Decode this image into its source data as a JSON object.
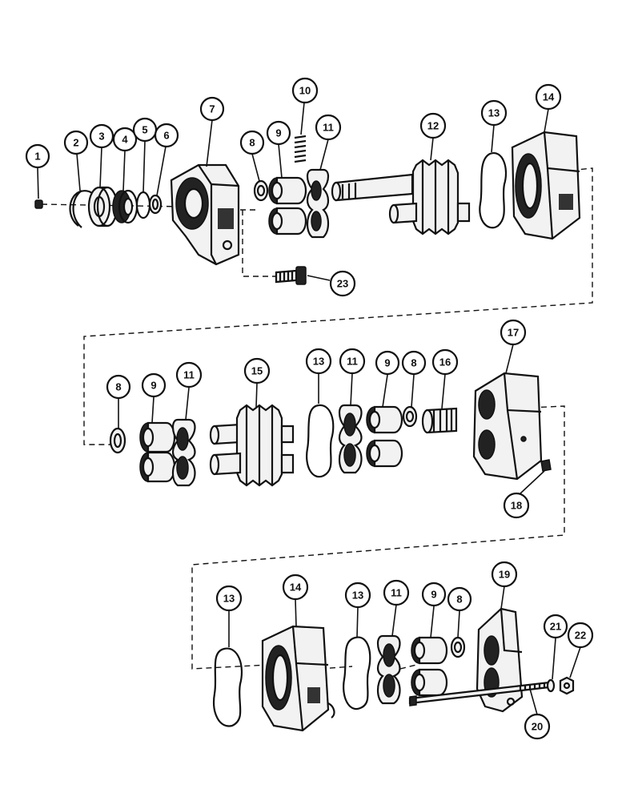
{
  "callouts": [
    {
      "id": "c1",
      "label": "1"
    },
    {
      "id": "c2",
      "label": "2"
    },
    {
      "id": "c3",
      "label": "3"
    },
    {
      "id": "c4",
      "label": "4"
    },
    {
      "id": "c5",
      "label": "5"
    },
    {
      "id": "c6",
      "label": "6"
    },
    {
      "id": "c7",
      "label": "7"
    },
    {
      "id": "c8a",
      "label": "8"
    },
    {
      "id": "c9a",
      "label": "9"
    },
    {
      "id": "c10",
      "label": "10"
    },
    {
      "id": "c11a",
      "label": "11"
    },
    {
      "id": "c12",
      "label": "12"
    },
    {
      "id": "c13a",
      "label": "13"
    },
    {
      "id": "c14a",
      "label": "14"
    },
    {
      "id": "c23",
      "label": "23"
    },
    {
      "id": "c8b",
      "label": "8"
    },
    {
      "id": "c9b",
      "label": "9"
    },
    {
      "id": "c11b",
      "label": "11"
    },
    {
      "id": "c15",
      "label": "15"
    },
    {
      "id": "c13b",
      "label": "13"
    },
    {
      "id": "c11c",
      "label": "11"
    },
    {
      "id": "c9c",
      "label": "9"
    },
    {
      "id": "c8c",
      "label": "8"
    },
    {
      "id": "c16",
      "label": "16"
    },
    {
      "id": "c17",
      "label": "17"
    },
    {
      "id": "c18",
      "label": "18"
    },
    {
      "id": "c13c",
      "label": "13"
    },
    {
      "id": "c14b",
      "label": "14"
    },
    {
      "id": "c13d",
      "label": "13"
    },
    {
      "id": "c11d",
      "label": "11"
    },
    {
      "id": "c9d",
      "label": "9"
    },
    {
      "id": "c8d",
      "label": "8"
    },
    {
      "id": "c19",
      "label": "19"
    },
    {
      "id": "c21",
      "label": "21"
    },
    {
      "id": "c22",
      "label": "22"
    },
    {
      "id": "c20",
      "label": "20"
    }
  ]
}
